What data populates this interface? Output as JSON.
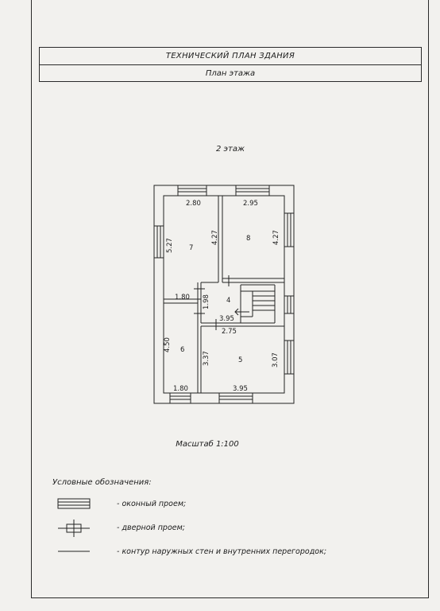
{
  "header": {
    "title": "ТЕХНИЧЕСКИЙ ПЛАН ЗДАНИЯ",
    "subtitle": "План этажа"
  },
  "floor_label": "2 этаж",
  "rooms": [
    {
      "number": "7",
      "width": "2.80",
      "height": "5.27",
      "inner_side": "4.27",
      "bottom": "1.80"
    },
    {
      "number": "8",
      "width": "2.95",
      "height": "4.27"
    },
    {
      "number": "4",
      "height": "1.98",
      "width": "3.95"
    },
    {
      "number": "6",
      "height": "4.50",
      "bottom": "1.80"
    },
    {
      "number": "5",
      "top": "2.75",
      "left": "3.37",
      "right": "3.07",
      "bottom": "3.95"
    }
  ],
  "scale": "Масштаб 1:100",
  "legend": {
    "title": "Условные обозначения:",
    "items": [
      {
        "symbol": "window-opening",
        "text": "- оконный проем;"
      },
      {
        "symbol": "door-opening",
        "text": "- дверной проем;"
      },
      {
        "symbol": "wall-contour",
        "text": "- контур наружных стен и внутренних перегородок;"
      }
    ]
  },
  "colors": {
    "paper": "#f2f1ee",
    "ink": "#1c1c1c"
  }
}
